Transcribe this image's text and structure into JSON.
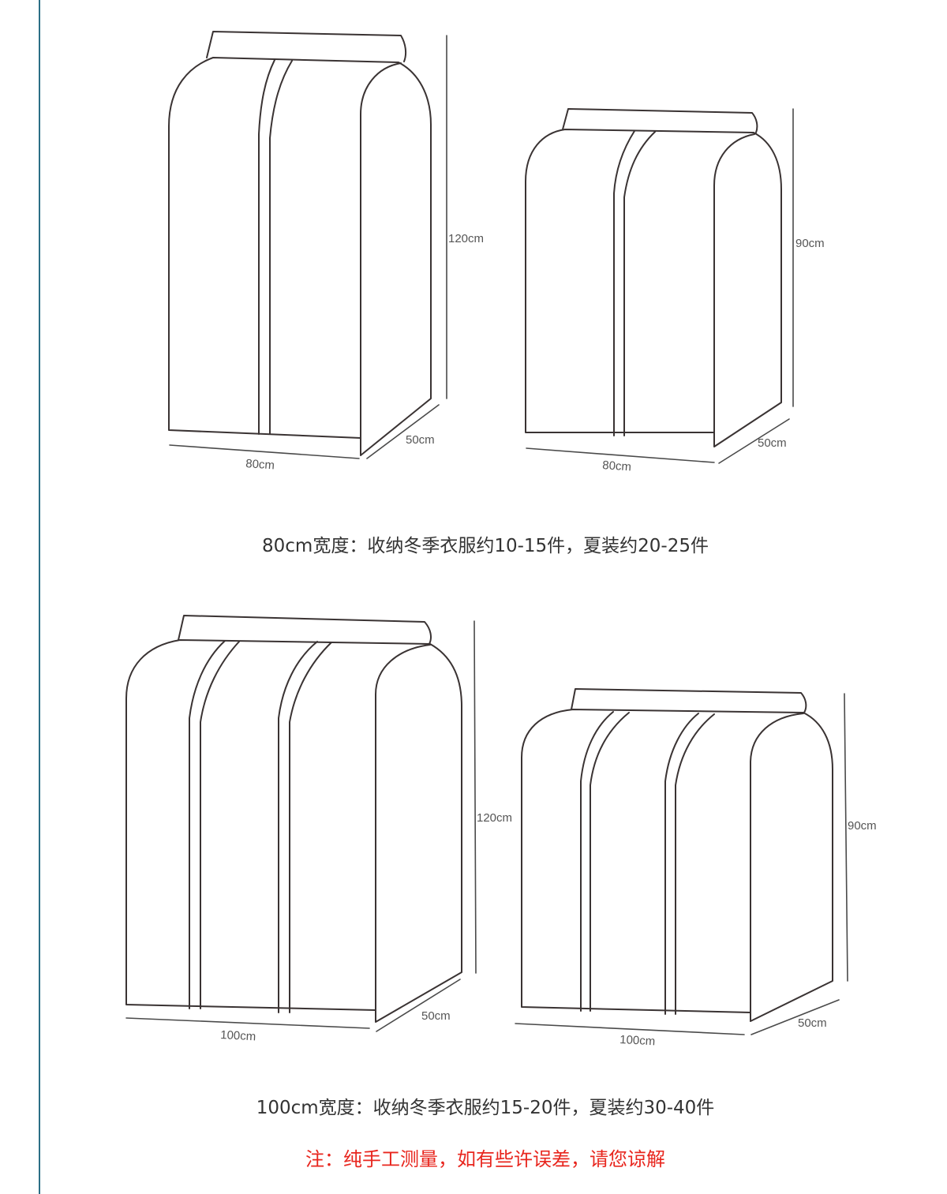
{
  "colors": {
    "accent_line": "#2b6f86",
    "outline": "#3a3333",
    "caption_text": "#333333",
    "note_text": "#e8261e"
  },
  "diagrams": {
    "bag_80_120": {
      "height": "120cm",
      "width": "80cm",
      "depth": "50cm"
    },
    "bag_80_90": {
      "height": "90cm",
      "width": "80cm",
      "depth": "50cm"
    },
    "bag_100_120": {
      "height": "120cm",
      "width": "100cm",
      "depth": "50cm"
    },
    "bag_100_90": {
      "height": "90cm",
      "width": "100cm",
      "depth": "50cm"
    }
  },
  "captions": {
    "width_80": "80cm宽度：收纳冬季衣服约10-15件，夏装约20-25件",
    "width_100": "100cm宽度：收纳冬季衣服约15-20件，夏装约30-40件"
  },
  "note": "注：纯手工测量，如有些许误差，请您谅解"
}
